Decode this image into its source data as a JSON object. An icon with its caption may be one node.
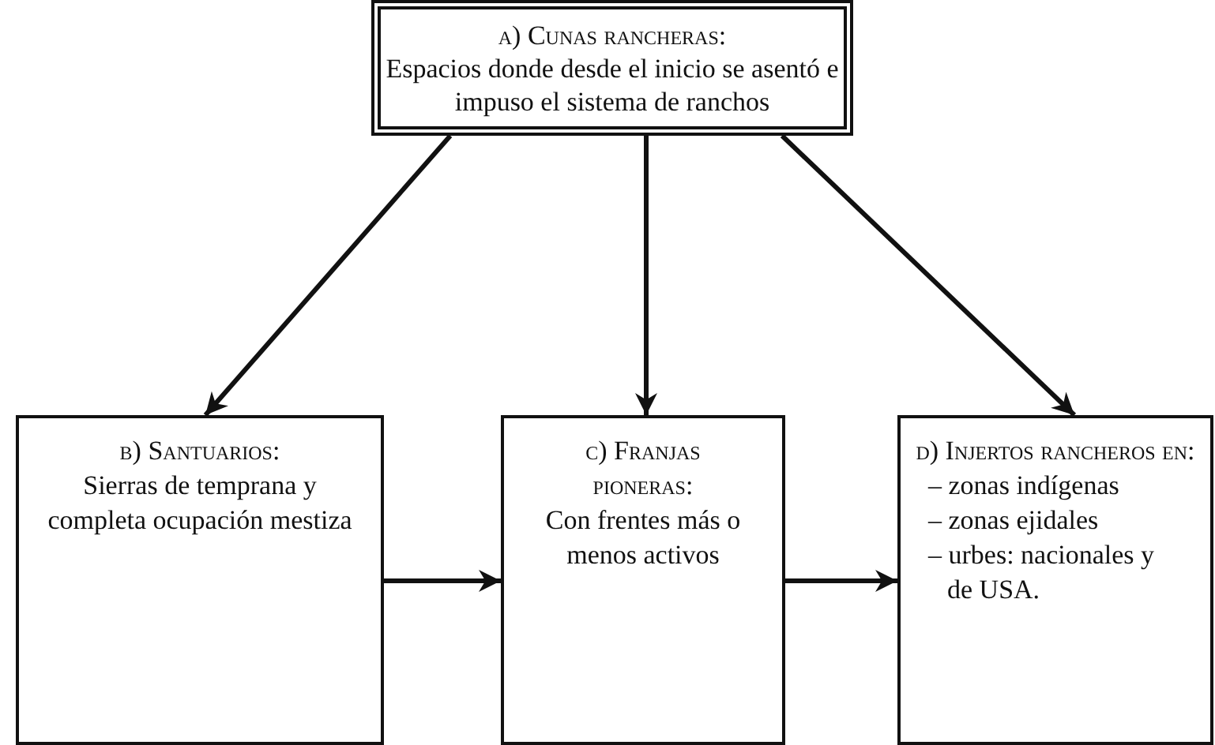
{
  "diagram": {
    "nodes": [
      {
        "text": [
          "a) Cunas rancheras:",
          "Espacios donde desde el inicio se asentó e impuso el sistema de ranchos"
        ]
      },
      {
        "text": [
          "b) Santuarios:",
          "Sierras de temprana y completa ocupación mestiza"
        ]
      },
      {
        "text": [
          "c) Franjas pioneras:",
          "Con frentes más o menos activos"
        ]
      },
      {
        "text": [
          "d) Injertos rancheros en:",
          "– zonas indígenas",
          "– zonas ejidales",
          "– urbes: nacionales y de USA."
        ]
      }
    ],
    "edges": [
      {
        "from": 0,
        "to": 1,
        "arrow": "to"
      },
      {
        "from": 0,
        "to": 2,
        "arrow": "to"
      },
      {
        "from": 0,
        "to": 3,
        "arrow": "to"
      },
      {
        "from": 1,
        "to": 2,
        "arrow": "to"
      },
      {
        "from": 2,
        "to": 3,
        "arrow": "to"
      }
    ]
  }
}
